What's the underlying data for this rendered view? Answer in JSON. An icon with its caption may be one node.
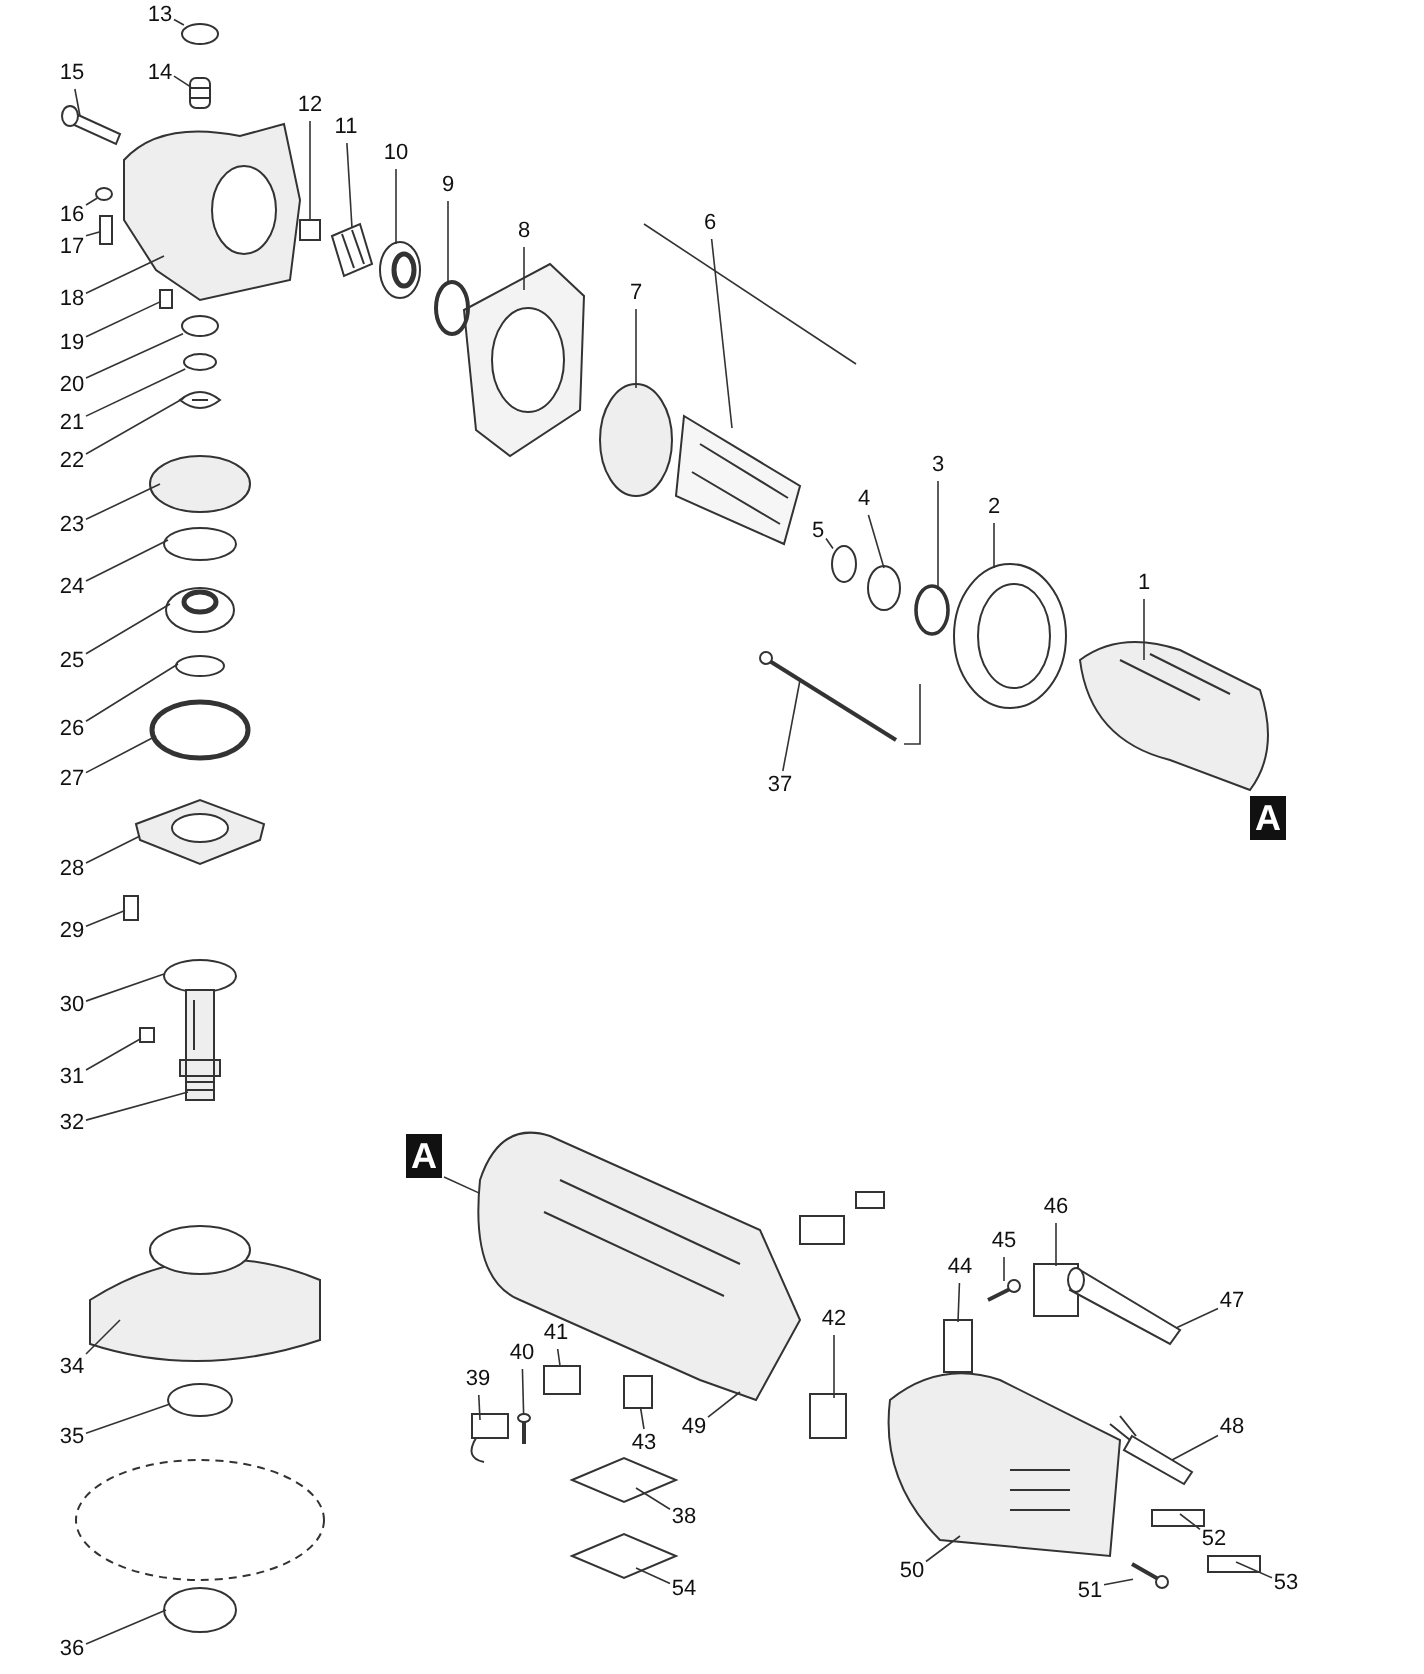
{
  "diagram": {
    "nodes": [
      {
        "text": [
          "1"
        ]
      },
      {
        "text": [
          "2"
        ]
      },
      {
        "text": [
          "3"
        ]
      },
      {
        "text": [
          "4"
        ]
      },
      {
        "text": [
          "5"
        ]
      },
      {
        "text": [
          "6"
        ]
      },
      {
        "text": [
          "7"
        ]
      },
      {
        "text": [
          "8"
        ]
      },
      {
        "text": [
          "9"
        ]
      },
      {
        "text": [
          "10"
        ]
      },
      {
        "text": [
          "11"
        ]
      },
      {
        "text": [
          "12"
        ]
      },
      {
        "text": [
          "13"
        ]
      },
      {
        "text": [
          "14"
        ]
      },
      {
        "text": [
          "15"
        ]
      },
      {
        "text": [
          "16"
        ]
      },
      {
        "text": [
          "17"
        ]
      },
      {
        "text": [
          "18"
        ]
      },
      {
        "text": [
          "19"
        ]
      },
      {
        "text": [
          "20"
        ]
      },
      {
        "text": [
          "21"
        ]
      },
      {
        "text": [
          "22"
        ]
      },
      {
        "text": [
          "23"
        ]
      },
      {
        "text": [
          "24"
        ]
      },
      {
        "text": [
          "25"
        ]
      },
      {
        "text": [
          "26"
        ]
      },
      {
        "text": [
          "27"
        ]
      },
      {
        "text": [
          "28"
        ]
      },
      {
        "text": [
          "29"
        ]
      },
      {
        "text": [
          "30"
        ]
      },
      {
        "text": [
          "31"
        ]
      },
      {
        "text": [
          "32"
        ]
      },
      {
        "text": [
          "34"
        ]
      },
      {
        "text": [
          "35"
        ]
      },
      {
        "text": [
          "36"
        ]
      },
      {
        "text": [
          "37"
        ]
      },
      {
        "text": [
          "38"
        ]
      },
      {
        "text": [
          "39"
        ]
      },
      {
        "text": [
          "40"
        ]
      },
      {
        "text": [
          "41"
        ]
      },
      {
        "text": [
          "42"
        ]
      },
      {
        "text": [
          "43"
        ]
      },
      {
        "text": [
          "44"
        ]
      },
      {
        "text": [
          "45"
        ]
      },
      {
        "text": [
          "46"
        ]
      },
      {
        "text": [
          "47"
        ]
      },
      {
        "text": [
          "48"
        ]
      },
      {
        "text": [
          "49"
        ]
      },
      {
        "text": [
          "50"
        ]
      },
      {
        "text": [
          "51"
        ]
      },
      {
        "text": [
          "52"
        ]
      },
      {
        "text": [
          "53"
        ]
      },
      {
        "text": [
          "54"
        ]
      },
      {
        "text": [],
        "shape": "picture"
      },
      {
        "text": [],
        "shape": "picture"
      },
      {
        "text": [],
        "shape": "circle"
      },
      {
        "text": [],
        "shape": "circle"
      },
      {
        "text": [],
        "shape": "circle"
      },
      {
        "text": [],
        "shape": "picture"
      },
      {
        "text": [],
        "shape": "circle"
      },
      {
        "text": [],
        "shape": "picture"
      },
      {
        "text": [],
        "shape": "circle"
      },
      {
        "text": [],
        "shape": "picture"
      },
      {
        "text": [],
        "shape": "picture"
      },
      {
        "text": [],
        "shape": "box"
      },
      {
        "text": [],
        "shape": "circle"
      },
      {
        "text": [],
        "shape": "picture"
      },
      {
        "text": [],
        "shape": "picture"
      },
      {
        "text": [],
        "shape": "circle"
      },
      {
        "text": [],
        "shape": "box"
      },
      {
        "text": [],
        "shape": "picture"
      },
      {
        "text": [],
        "shape": "box"
      },
      {
        "text": [],
        "shape": "circle"
      },
      {
        "text": [],
        "shape": "circle"
      },
      {
        "text": [],
        "shape": "picture"
      },
      {
        "text": [],
        "shape": "circle"
      },
      {
        "text": [],
        "shape": "circle"
      },
      {
        "text": [],
        "shape": "picture"
      },
      {
        "text": [],
        "shape": "circle"
      },
      {
        "text": [],
        "shape": "circle"
      },
      {
        "text": [],
        "shape": "picture"
      },
      {
        "text": [],
        "shape": "box"
      },
      {
        "text": [],
        "shape": "circle"
      },
      {
        "text": [],
        "shape": "box"
      },
      {
        "text": [],
        "shape": "picture"
      },
      {
        "text": [],
        "shape": "picture"
      },
      {
        "text": [],
        "shape": "circle"
      },
      {
        "text": [],
        "shape": "circle"
      },
      {
        "text": [],
        "shape": "picture"
      },
      {
        "text": [],
        "shape": "diamond"
      },
      {
        "text": [],
        "shape": "picture"
      },
      {
        "text": [],
        "shape": "picture"
      },
      {
        "text": [],
        "shape": "box"
      },
      {
        "text": [],
        "shape": "box"
      },
      {
        "text": [],
        "shape": "box"
      },
      {
        "text": [],
        "shape": "box"
      },
      {
        "text": [],
        "shape": "picture"
      },
      {
        "text": [],
        "shape": "box"
      },
      {
        "text": [],
        "shape": "picture"
      },
      {
        "text": [],
        "shape": "picture"
      },
      {
        "text": [],
        "shape": "picture"
      },
      {
        "text": [],
        "shape": "picture"
      },
      {
        "text": [],
        "shape": "picture"
      },
      {
        "text": [],
        "shape": "box"
      },
      {
        "text": [],
        "shape": "box"
      },
      {
        "text": [],
        "shape": "diamond"
      },
      {
        "text": [
          "A"
        ]
      },
      {
        "text": [
          "A"
        ]
      },
      {
        "text": [],
        "shape": "circle"
      }
    ],
    "edges": [
      {
        "from": 0,
        "to": 53,
        "arrow": "none"
      },
      {
        "from": 1,
        "to": 54,
        "arrow": "none"
      },
      {
        "from": 2,
        "to": 55,
        "arrow": "none"
      },
      {
        "from": 3,
        "to": 56,
        "arrow": "none"
      },
      {
        "from": 4,
        "to": 57,
        "arrow": "none"
      },
      {
        "from": 5,
        "to": 58,
        "arrow": "none"
      },
      {
        "from": 6,
        "to": 59,
        "arrow": "none"
      },
      {
        "from": 7,
        "to": 60,
        "arrow": "none"
      },
      {
        "from": 8,
        "to": 61,
        "arrow": "none"
      },
      {
        "from": 9,
        "to": 62,
        "arrow": "none"
      },
      {
        "from": 10,
        "to": 63,
        "arrow": "none"
      },
      {
        "from": 11,
        "to": 64,
        "arrow": "none"
      },
      {
        "from": 12,
        "to": 65,
        "arrow": "none"
      },
      {
        "from": 13,
        "to": 66,
        "arrow": "none"
      },
      {
        "from": 14,
        "to": 67,
        "arrow": "none"
      },
      {
        "from": 15,
        "to": 68,
        "arrow": "none"
      },
      {
        "from": 16,
        "to": 69,
        "arrow": "none"
      },
      {
        "from": 17,
        "to": 70,
        "arrow": "none"
      },
      {
        "from": 18,
        "to": 71,
        "arrow": "none"
      },
      {
        "from": 19,
        "to": 72,
        "arrow": "none"
      },
      {
        "from": 20,
        "to": 73,
        "arrow": "none"
      },
      {
        "from": 21,
        "to": 74,
        "arrow": "none"
      },
      {
        "from": 22,
        "to": 75,
        "arrow": "none"
      },
      {
        "from": 23,
        "to": 76,
        "arrow": "none"
      },
      {
        "from": 24,
        "to": 77,
        "arrow": "none"
      },
      {
        "from": 25,
        "to": 78,
        "arrow": "none"
      },
      {
        "from": 26,
        "to": 79,
        "arrow": "none"
      },
      {
        "from": 27,
        "to": 80,
        "arrow": "none"
      },
      {
        "from": 28,
        "to": 81,
        "arrow": "none"
      },
      {
        "from": 29,
        "to": 82,
        "arrow": "none"
      },
      {
        "from": 30,
        "to": 83,
        "arrow": "none"
      },
      {
        "from": 31,
        "to": 84,
        "arrow": "none"
      },
      {
        "from": 32,
        "to": 85,
        "arrow": "none"
      },
      {
        "from": 33,
        "to": 86,
        "arrow": "none"
      },
      {
        "from": 34,
        "to": 87,
        "arrow": "none"
      },
      {
        "from": 35,
        "to": 88,
        "arrow": "none"
      },
      {
        "from": 36,
        "to": 89,
        "arrow": "none"
      },
      {
        "from": 37,
        "to": 90,
        "arrow": "none"
      },
      {
        "from": 38,
        "to": 91,
        "arrow": "none"
      },
      {
        "from": 39,
        "to": 92,
        "arrow": "none"
      },
      {
        "from": 40,
        "to": 93,
        "arrow": "none"
      },
      {
        "from": 41,
        "to": 94,
        "arrow": "none"
      },
      {
        "from": 42,
        "to": 95,
        "arrow": "none"
      },
      {
        "from": 43,
        "to": 96,
        "arrow": "none"
      },
      {
        "from": 44,
        "to": 97,
        "arrow": "none"
      },
      {
        "from": 45,
        "to": 98,
        "arrow": "none"
      },
      {
        "from": 46,
        "to": 99,
        "arrow": "none"
      },
      {
        "from": 47,
        "to": 100,
        "arrow": "none"
      },
      {
        "from": 48,
        "to": 101,
        "arrow": "none"
      },
      {
        "from": 49,
        "to": 102,
        "arrow": "none"
      },
      {
        "from": 50,
        "to": 103,
        "arrow": "none"
      },
      {
        "from": 51,
        "to": 104,
        "arrow": "none"
      },
      {
        "from": 52,
        "to": 105,
        "arrow": "none"
      },
      {
        "from": 107,
        "to": 100,
        "arrow": "none"
      }
    ]
  }
}
